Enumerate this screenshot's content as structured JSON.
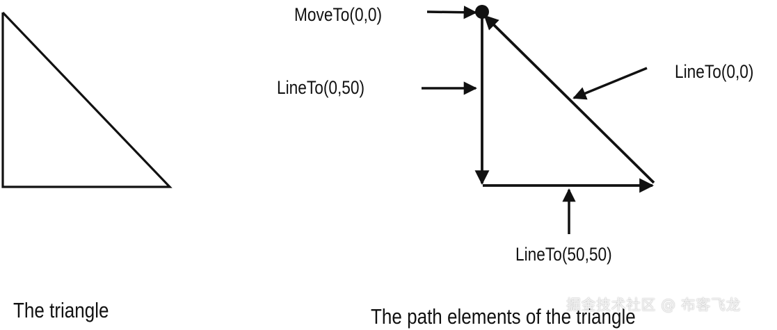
{
  "left_panel": {
    "caption": "The triangle"
  },
  "right_panel": {
    "labels": {
      "move_to": "MoveTo(0,0)",
      "line_to_0_50": "LineTo(0,50)",
      "line_to_0_0": "LineTo(0,0)",
      "line_to_50_50": "LineTo(50,50)"
    },
    "caption": "The path elements of the triangle"
  },
  "watermark": "掘金技术社区 @ 布客飞龙",
  "colors": {
    "stroke": "#111111",
    "background": "#ffffff"
  }
}
